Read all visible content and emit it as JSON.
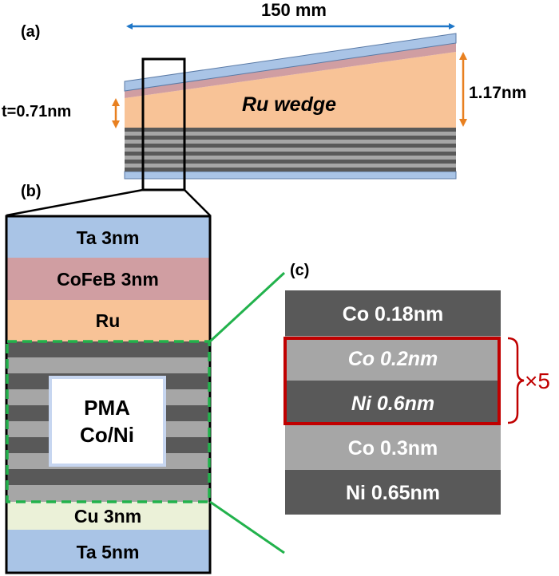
{
  "panel_a": {
    "label": "(a)",
    "width_label": "150 mm",
    "wedge_label": "Ru wedge",
    "thin_label": "t=0.71nm",
    "thick_label": "1.17nm"
  },
  "panel_b": {
    "label": "(b)",
    "layers": {
      "ta_top": "Ta 3nm",
      "cofeb": "CoFeB 3nm",
      "ru": "Ru",
      "cu": "Cu 3nm",
      "ta_bottom": "Ta 5nm"
    },
    "pma_line1": "PMA",
    "pma_line2": "Co/Ni"
  },
  "panel_c": {
    "label": "(c)",
    "layers": {
      "co_top": "Co 0.18nm",
      "co_rep": "Co 0.2nm",
      "ni_rep": "Ni 0.6nm",
      "co_bottom": "Co 0.3nm",
      "ni_bottom": "Ni 0.65nm"
    },
    "repeat_label": "×5"
  },
  "colors": {
    "ta": "#a9c4e6",
    "cofeb": "#d09ea2",
    "ru": "#f8c397",
    "cu": "#ebf1d8",
    "dark_gray": "#595959",
    "light_gray": "#a6a6a6",
    "blue_arrow": "#1f77c8",
    "orange_arrow": "#e88020",
    "green_line": "#22b24c",
    "red_box": "#c00000"
  }
}
